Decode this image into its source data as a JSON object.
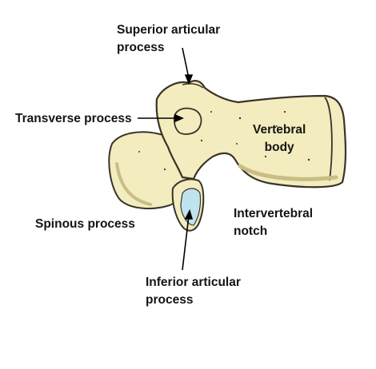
{
  "figure": {
    "labels": {
      "superior_articular_process": [
        "Superior articular",
        "process"
      ],
      "transverse_process": "Transverse process",
      "vertebral_body": [
        "Vertebral",
        "body"
      ],
      "spinous_process": "Spinous process",
      "intervertebral_notch": [
        "Intervertebral",
        "notch"
      ],
      "inferior_articular_process": [
        "Inferior articular",
        "process"
      ]
    },
    "colors": {
      "bone_fill": "#f3ecbe",
      "bone_outline": "#3a3328",
      "bone_shadow": "#c9bd86",
      "articular_facet": "#bfe3ef",
      "leader_line": "#000000"
    }
  }
}
